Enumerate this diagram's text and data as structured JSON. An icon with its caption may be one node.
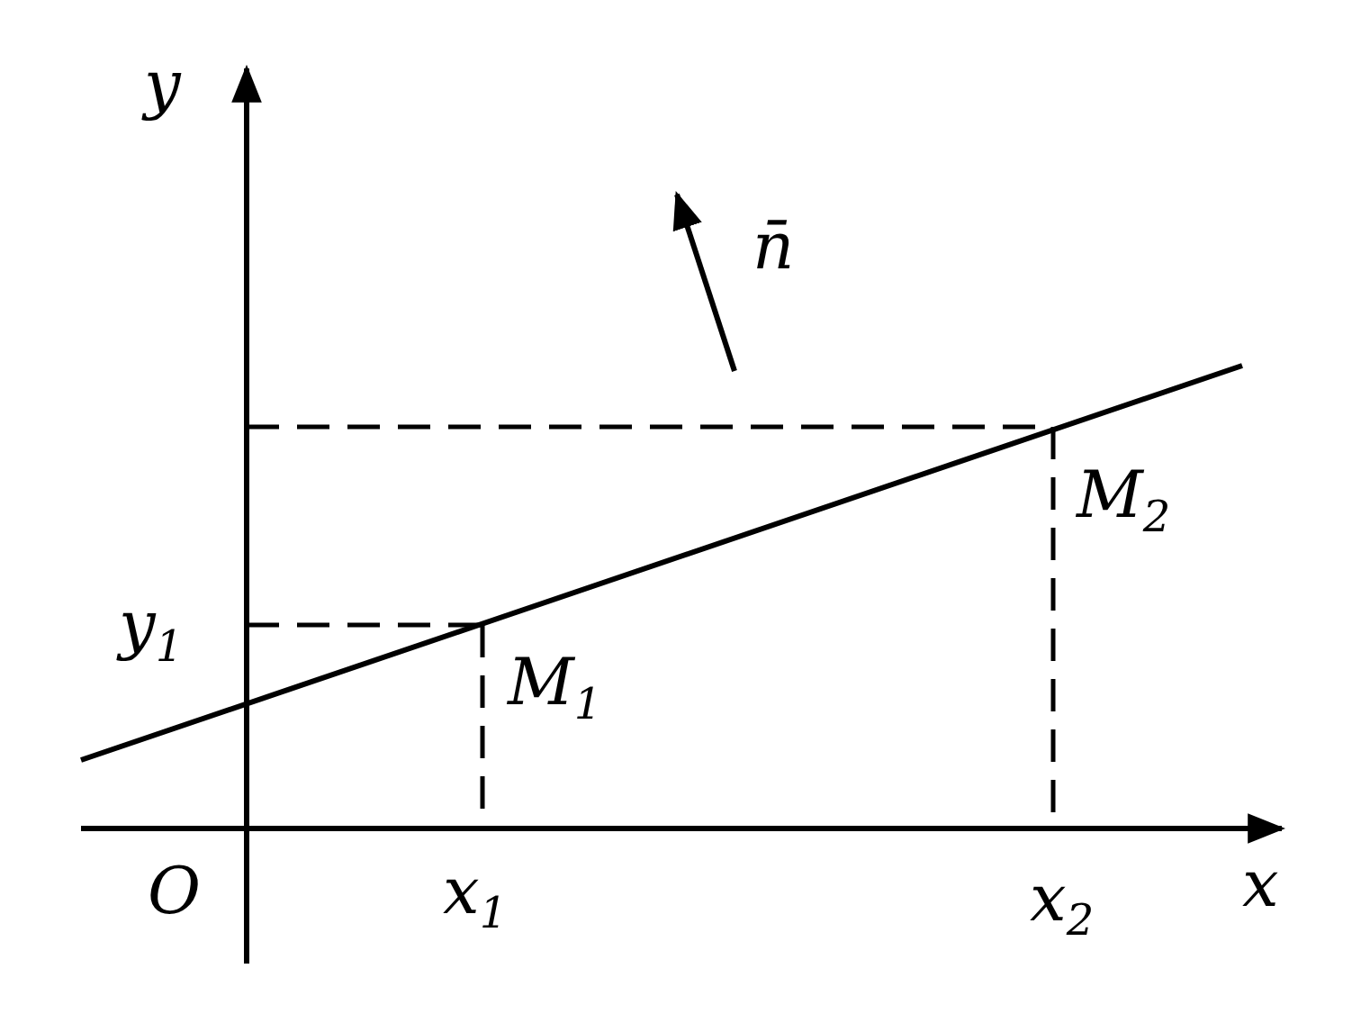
{
  "diagram": {
    "labels": [
      "y",
      "n̄",
      "M$_{2}$",
      "y$_{1}$",
      "M$_{1}$",
      "O",
      "x$_{1}$",
      "x$_{2}$",
      "x"
    ]
  }
}
